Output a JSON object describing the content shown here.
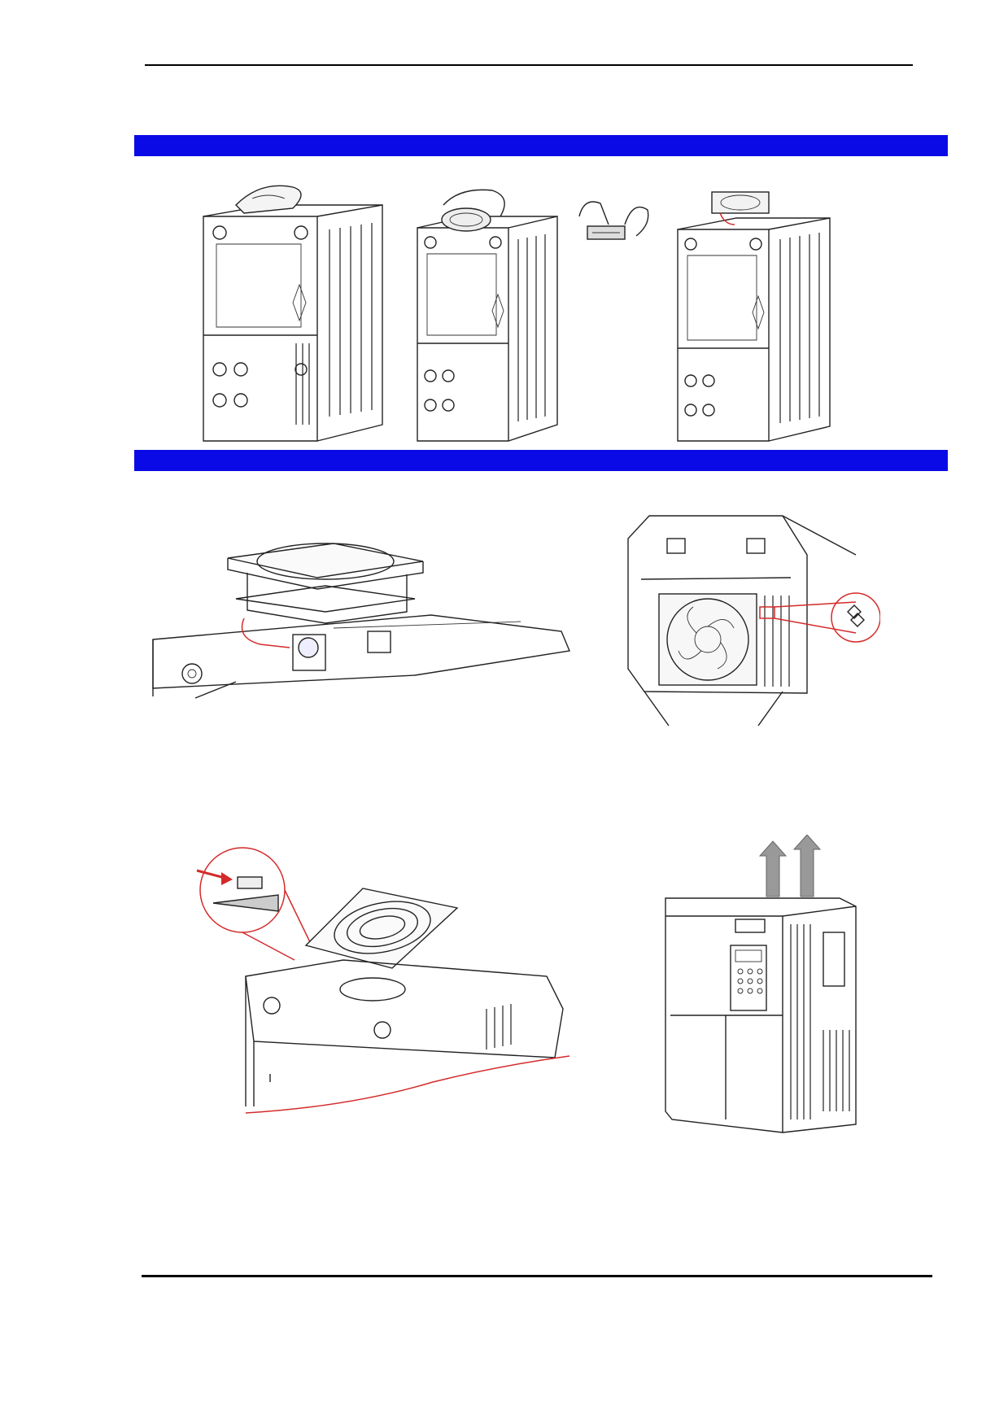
{
  "page": {
    "header_rule": "top",
    "footer_rule": "bottom"
  },
  "sections": [
    {
      "id": "fan-removal",
      "band_color": "#0a0ae6"
    },
    {
      "id": "fan-installation",
      "band_color": "#0a0ae6"
    }
  ],
  "figures": [
    {
      "id": "fan-removal-step-1",
      "icon": "inverter-hand-lifting-fan-cover"
    },
    {
      "id": "fan-removal-step-2",
      "icon": "inverter-hand-lifting-fan"
    },
    {
      "id": "fan-removal-step-3",
      "icon": "hand-unplugging-connector"
    },
    {
      "id": "fan-removal-step-4",
      "icon": "inverter-fan-removed"
    },
    {
      "id": "fan-install-connector",
      "icon": "fan-wiring-connector-detail"
    },
    {
      "id": "fan-install-orientation",
      "icon": "fan-mounted-connector-detail"
    },
    {
      "id": "fan-cover-clip",
      "icon": "fan-cover-clip-detail"
    },
    {
      "id": "airflow-direction",
      "icon": "inverter-airflow-up-arrows"
    }
  ]
}
